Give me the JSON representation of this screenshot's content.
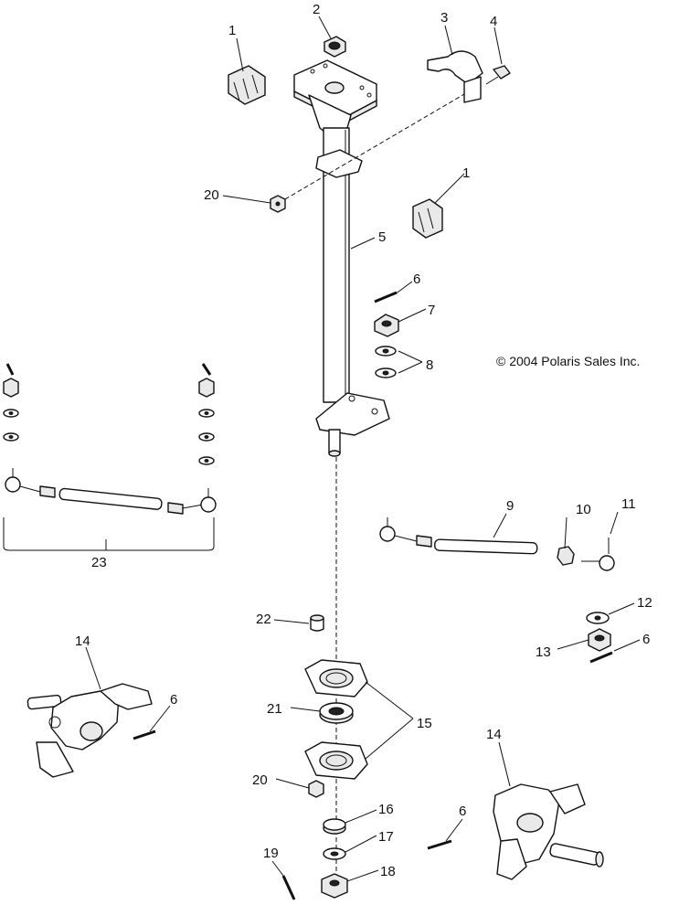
{
  "copyright": "© 2004 Polaris Sales Inc.",
  "callouts": {
    "c1a": "1",
    "c1b": "1",
    "c2": "2",
    "c3": "3",
    "c4": "4",
    "c5": "5",
    "c6a": "6",
    "c6b": "6",
    "c6c": "6",
    "c6d": "6",
    "c7": "7",
    "c8": "8",
    "c9": "9",
    "c10": "10",
    "c11": "11",
    "c12": "12",
    "c13": "13",
    "c14a": "14",
    "c14b": "14",
    "c15": "15",
    "c16": "16",
    "c17": "17",
    "c18": "18",
    "c19": "19",
    "c20a": "20",
    "c20b": "20",
    "c21": "21",
    "c22": "22",
    "c23": "23"
  }
}
